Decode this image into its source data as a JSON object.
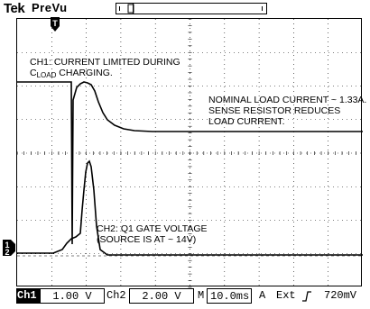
{
  "header": {
    "brand": "Tek",
    "mode": "PreVu",
    "trigger_position_icon": "trigger-position-icon"
  },
  "screen": {
    "ch1_annotation_line1": "CH1: CURRENT LIMITED DURING",
    "ch1_annotation_c": "C",
    "ch1_annotation_sub": "LOAD",
    "ch1_annotation_rest": " CHARGING.",
    "load_annotation_line1": "NOMINAL LOAD CURRENT ~ 1.33A.",
    "load_annotation_line2": "SENSE RESISTOR REDUCES",
    "load_annotation_line3": "LOAD CURRENT.",
    "ch2_annotation_line1": "CH2: Q1 GATE VOLTAGE",
    "ch2_annotation_line2": "(SOURCE IS AT ~ 14V)",
    "trigger_marker_label": "T",
    "ground_marker_label_ch1": "1",
    "ground_marker_label_ch2": "2"
  },
  "footer": {
    "ch1_label": "Ch1",
    "ch1_scale": "1.00 V",
    "ch2_label": "Ch2",
    "ch2_scale": "2.00 V",
    "timebase_label": "M",
    "timebase": "10.0ms",
    "acq_label": "A",
    "trigger_source": "Ext",
    "trigger_slope_icon": "rising-edge-icon",
    "trigger_level": "720mV"
  },
  "colors": {
    "trace": "#000000",
    "grid": "#000000",
    "background": "#ffffff"
  }
}
